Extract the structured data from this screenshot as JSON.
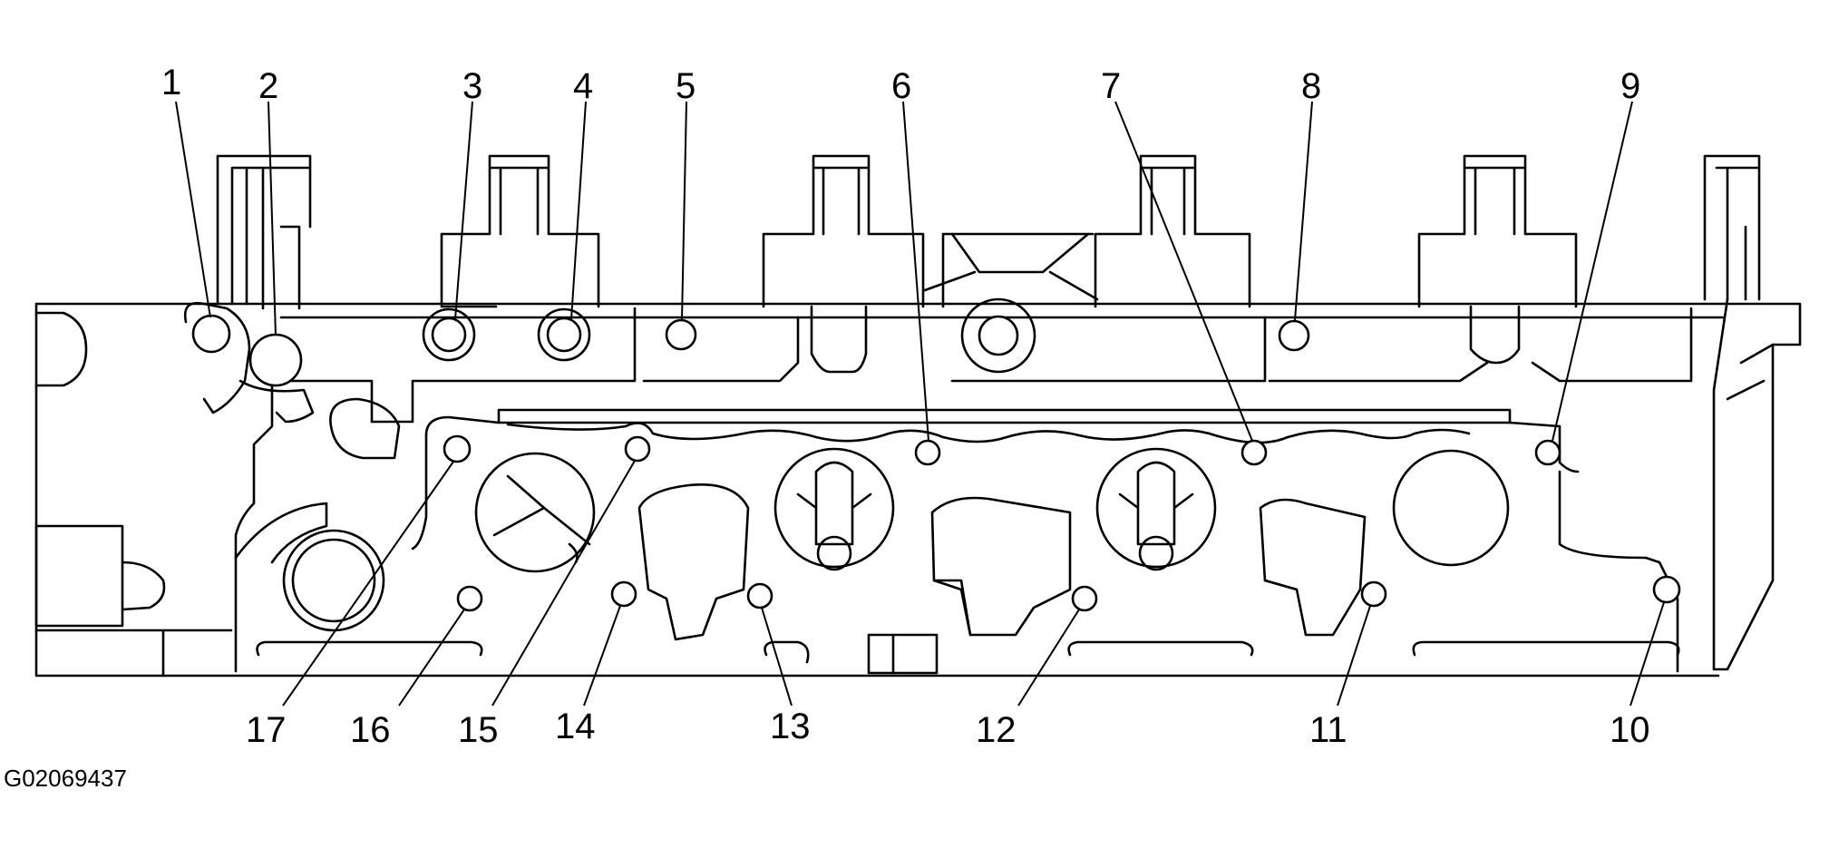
{
  "figure_id": "G02069437",
  "callouts": [
    "1",
    "2",
    "3",
    "4",
    "5",
    "6",
    "7",
    "8",
    "9",
    "10",
    "11",
    "12",
    "13",
    "14",
    "15",
    "16",
    "17"
  ],
  "subject": "cylinder-head-bolt-holes"
}
